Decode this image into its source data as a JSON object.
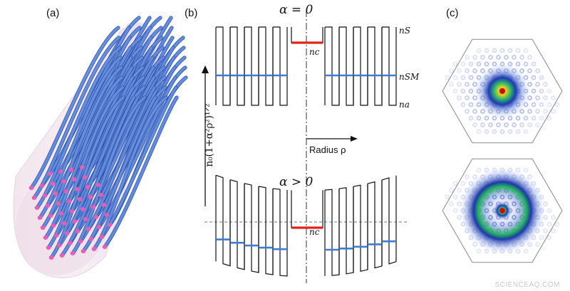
{
  "panels": {
    "a": {
      "label": "(a)"
    },
    "b": {
      "label": "(b)",
      "top_title": "α = 0",
      "bottom_title": "α > 0",
      "y_axis_label": "n₀(1+α²ρ²)¹ᐟ²",
      "radius_label": "Radius ρ",
      "level_labels": {
        "ns": "nS",
        "nsm": "nSM",
        "na": "na",
        "nc_top": "nc",
        "nc_bottom": "nc"
      }
    },
    "c": {
      "label": "(c)"
    }
  },
  "colors": {
    "core": "#e0241b",
    "supermode": "#3b7dd8",
    "rods": "#5b8ee0",
    "rod_tips": "#e35fb6"
  },
  "watermark": "SCIENCEAQ.COM"
}
